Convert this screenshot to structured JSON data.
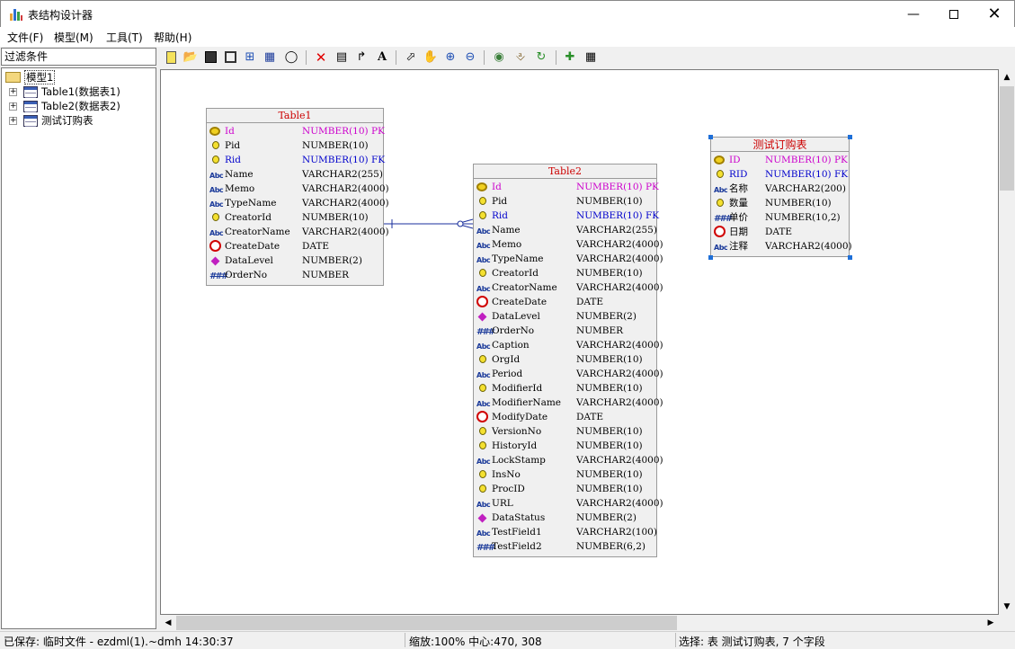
{
  "window": {
    "title": "表结构设计器",
    "minimize_icon": "minimize-icon",
    "maximize_icon": "maximize-icon",
    "close_icon": "close-icon"
  },
  "menu": [
    {
      "label": "文件(F)"
    },
    {
      "label": "模型(M)"
    },
    {
      "label": "工具(T)"
    },
    {
      "label": "帮助(H)"
    }
  ],
  "filter": {
    "placeholder": "过滤条件"
  },
  "tree": {
    "root": "模型1",
    "items": [
      {
        "label": "Table1(数据表1)"
      },
      {
        "label": "Table2(数据表2)"
      },
      {
        "label": "测试订购表"
      }
    ]
  },
  "toolbar": [
    "new-icon",
    "open-icon",
    "save-icon",
    "save-as-icon",
    "layout-icon",
    "export-icon",
    "find-icon",
    "delete-icon",
    "table-icon",
    "link-icon",
    "text-icon",
    "pointer-icon",
    "hand-icon",
    "zoom-in-icon",
    "zoom-out-icon",
    "view-icon",
    "import-icon",
    "refresh-icon",
    "add-field-icon",
    "properties-icon"
  ],
  "colors": {
    "pk": "#cc00cc",
    "fk": "#0000cc",
    "title": "#cc0000",
    "connector": "#1a2f9c",
    "selection": "#1e6fd8"
  },
  "entities": [
    {
      "title": "Table1",
      "fields": [
        {
          "icon": "key-icon",
          "name": "Id",
          "type": "NUMBER(10) PK",
          "color": "pk"
        },
        {
          "icon": "bulb-icon",
          "name": "Pid",
          "type": "NUMBER(10)"
        },
        {
          "icon": "bulb-icon",
          "name": "Rid",
          "type": "NUMBER(10) FK",
          "color": "fk"
        },
        {
          "icon": "abc-icon",
          "name": "Name",
          "type": "VARCHAR2(255)"
        },
        {
          "icon": "abc-icon",
          "name": "Memo",
          "type": "VARCHAR2(4000)"
        },
        {
          "icon": "abc-icon",
          "name": "TypeName",
          "type": "VARCHAR2(4000)"
        },
        {
          "icon": "bulb-icon",
          "name": "CreatorId",
          "type": "NUMBER(10)"
        },
        {
          "icon": "abc-icon",
          "name": "CreatorName",
          "type": "VARCHAR2(4000)"
        },
        {
          "icon": "clock-icon",
          "name": "CreateDate",
          "type": "DATE"
        },
        {
          "icon": "diamond-icon",
          "name": "DataLevel",
          "type": "NUMBER(2)"
        },
        {
          "icon": "hash-icon",
          "name": "OrderNo",
          "type": "NUMBER"
        }
      ]
    },
    {
      "title": "Table2",
      "fields": [
        {
          "icon": "key-icon",
          "name": "Id",
          "type": "NUMBER(10) PK",
          "color": "pk"
        },
        {
          "icon": "bulb-icon",
          "name": "Pid",
          "type": "NUMBER(10)"
        },
        {
          "icon": "bulb-icon",
          "name": "Rid",
          "type": "NUMBER(10) FK",
          "color": "fk"
        },
        {
          "icon": "abc-icon",
          "name": "Name",
          "type": "VARCHAR2(255)"
        },
        {
          "icon": "abc-icon",
          "name": "Memo",
          "type": "VARCHAR2(4000)"
        },
        {
          "icon": "abc-icon",
          "name": "TypeName",
          "type": "VARCHAR2(4000)"
        },
        {
          "icon": "bulb-icon",
          "name": "CreatorId",
          "type": "NUMBER(10)"
        },
        {
          "icon": "abc-icon",
          "name": "CreatorName",
          "type": "VARCHAR2(4000)"
        },
        {
          "icon": "clock-icon",
          "name": "CreateDate",
          "type": "DATE"
        },
        {
          "icon": "diamond-icon",
          "name": "DataLevel",
          "type": "NUMBER(2)"
        },
        {
          "icon": "hash-icon",
          "name": "OrderNo",
          "type": "NUMBER"
        },
        {
          "icon": "abc-icon",
          "name": "Caption",
          "type": "VARCHAR2(4000)"
        },
        {
          "icon": "bulb-icon",
          "name": "OrgId",
          "type": "NUMBER(10)"
        },
        {
          "icon": "abc-icon",
          "name": "Period",
          "type": "VARCHAR2(4000)"
        },
        {
          "icon": "bulb-icon",
          "name": "ModifierId",
          "type": "NUMBER(10)"
        },
        {
          "icon": "abc-icon",
          "name": "ModifierName",
          "type": "VARCHAR2(4000)"
        },
        {
          "icon": "clock-icon",
          "name": "ModifyDate",
          "type": "DATE"
        },
        {
          "icon": "bulb-icon",
          "name": "VersionNo",
          "type": "NUMBER(10)"
        },
        {
          "icon": "bulb-icon",
          "name": "HistoryId",
          "type": "NUMBER(10)"
        },
        {
          "icon": "abc-icon",
          "name": "LockStamp",
          "type": "VARCHAR2(4000)"
        },
        {
          "icon": "bulb-icon",
          "name": "InsNo",
          "type": "NUMBER(10)"
        },
        {
          "icon": "bulb-icon",
          "name": "ProcID",
          "type": "NUMBER(10)"
        },
        {
          "icon": "abc-icon",
          "name": "URL",
          "type": "VARCHAR2(4000)"
        },
        {
          "icon": "diamond-icon",
          "name": "DataStatus",
          "type": "NUMBER(2)"
        },
        {
          "icon": "abc-icon",
          "name": "TestField1",
          "type": "VARCHAR2(100)"
        },
        {
          "icon": "hash-icon",
          "name": "TestField2",
          "type": "NUMBER(6,2)"
        }
      ]
    },
    {
      "title": "测试订购表",
      "fields": [
        {
          "icon": "key-icon",
          "name": "ID",
          "type": "NUMBER(10) PK",
          "color": "pk"
        },
        {
          "icon": "bulb-icon",
          "name": "RID",
          "type": "NUMBER(10) FK",
          "color": "fk"
        },
        {
          "icon": "abc-icon",
          "name": "名称",
          "type": "VARCHAR2(200)"
        },
        {
          "icon": "bulb-icon",
          "name": "数量",
          "type": "NUMBER(10)"
        },
        {
          "icon": "hash-icon",
          "name": "单价",
          "type": "NUMBER(10,2)"
        },
        {
          "icon": "clock-icon",
          "name": "日期",
          "type": "DATE"
        },
        {
          "icon": "abc-icon",
          "name": "注释",
          "type": "VARCHAR2(4000)"
        }
      ]
    }
  ],
  "status": {
    "saved": "已保存: 临时文件 - ezdml(1).~dmh 14:30:37",
    "zoom": "缩放:100% 中心:470, 308",
    "selection": "选择: 表 测试订购表, 7 个字段"
  }
}
